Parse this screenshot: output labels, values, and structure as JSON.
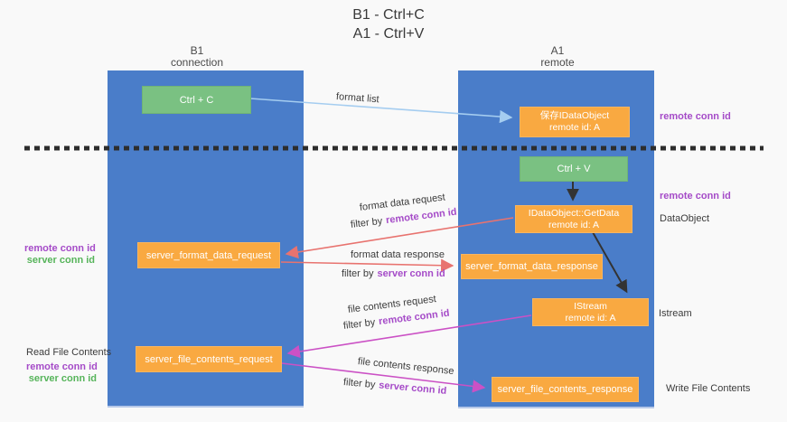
{
  "title": {
    "line1": "B1 - Ctrl+C",
    "line2": "A1 - Ctrl+V"
  },
  "lanes": {
    "left": {
      "title": "B1",
      "subtitle": "connection"
    },
    "right": {
      "title": "A1",
      "subtitle": "remote"
    }
  },
  "nodes": {
    "ctrl_c": {
      "label": "Ctrl + C"
    },
    "ctrl_v": {
      "label": "Ctrl + V"
    },
    "saved_idataobject": {
      "line1": "保存IDataObject",
      "line2": "remote id: A"
    },
    "idataobject_getdata": {
      "line1": "IDataObject::GetData",
      "line2": "remote id: A"
    },
    "istream": {
      "line1": "IStream",
      "line2": "remote id: A"
    },
    "server_format_data_request": {
      "label": "server_format_data_request"
    },
    "server_format_data_response": {
      "label": "server_format_data_response"
    },
    "server_file_contents_request": {
      "label": "server_file_contents_request"
    },
    "server_file_contents_response": {
      "label": "server_file_contents_response"
    }
  },
  "flow_labels": {
    "format_list": "format list",
    "format_data_request": "format data request",
    "format_data_response": "format data response",
    "file_contents_request": "file contents request",
    "file_contents_response": "file contents response",
    "filter_by": "filter by",
    "remote_conn_id": "remote conn id",
    "server_conn_id": "server conn id"
  },
  "annotations": {
    "right": {
      "remote_conn_id_top": "remote conn id",
      "remote_conn_id_mid": "remote conn id",
      "dataobject": "DataObject",
      "istream": "Istream",
      "write_file_contents": "Write File Contents"
    },
    "left": {
      "remote_conn_id_mid": "remote conn id",
      "server_conn_id_mid": "server conn id",
      "read_file_contents": "Read File Contents",
      "remote_conn_id_bottom": "remote conn id",
      "server_conn_id_bottom": "server conn id"
    }
  },
  "colors": {
    "lane_blue": "#4a7dc9",
    "node_green": "#7ac182",
    "node_orange": "#f9a941",
    "arrow_light_blue": "#a5cdf0",
    "arrow_red": "#e8736f",
    "arrow_magenta": "#cb51c5",
    "arrow_black": "#333333",
    "text_purple": "#a54bc8",
    "text_green": "#56b45a",
    "separator_dark": "#2d2d2d"
  }
}
